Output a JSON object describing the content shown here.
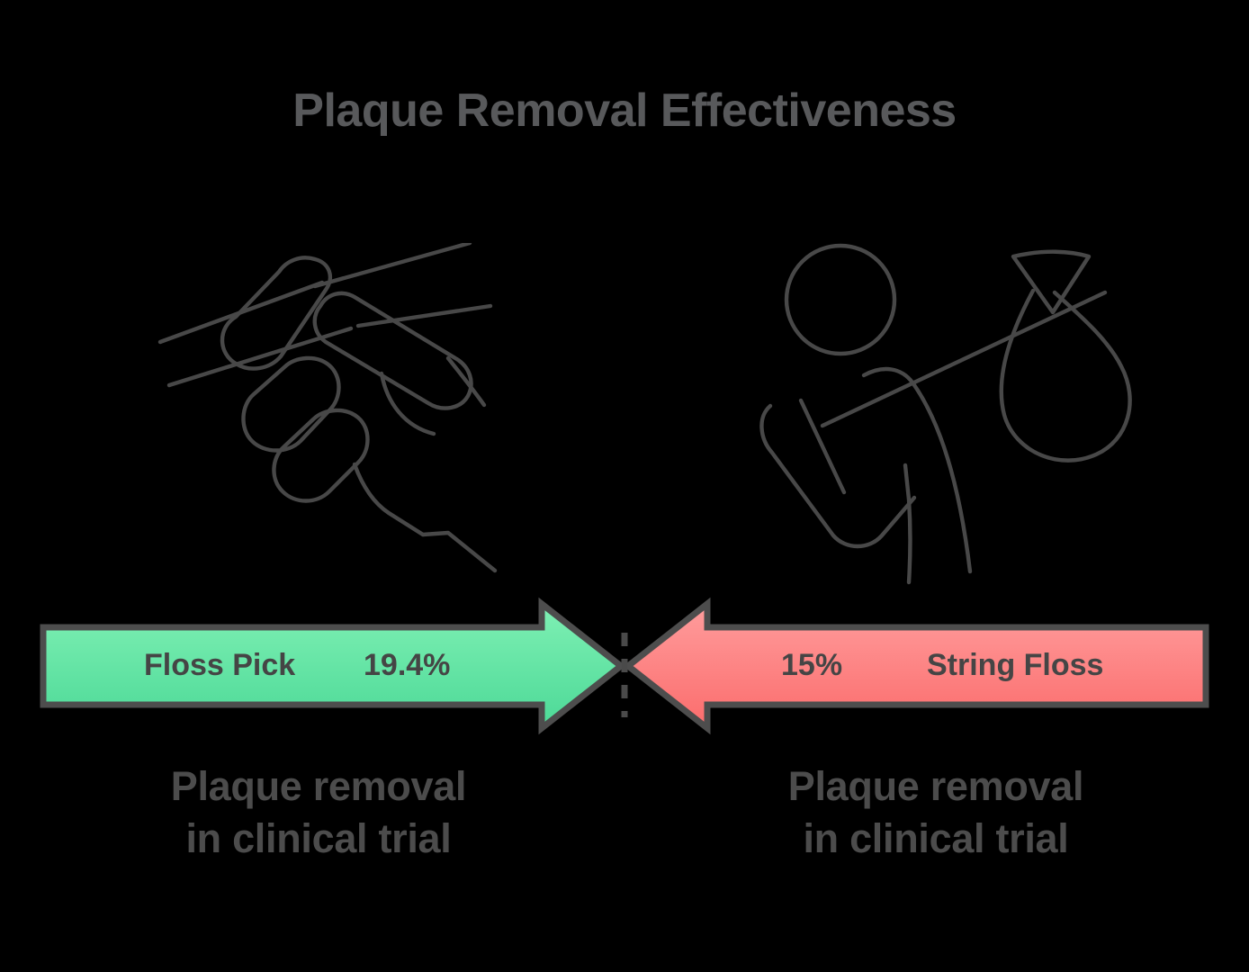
{
  "title": "Plaque Removal Effectiveness",
  "background_color": "#000000",
  "text_color": "#58595b",
  "divider": {
    "name": "dashed-divider",
    "color": "#4a4a4a",
    "style": "dashed"
  },
  "comparison": {
    "left": {
      "name": "Floss Pick",
      "value": "19.4%",
      "value_number": 19.4,
      "arrow_direction": "right",
      "fill_top": "#7df0b2",
      "fill_bottom": "#4dd99a",
      "stroke": "#4d4d4d",
      "illustration": "hand-holding-floss-pick-icon",
      "caption_line1": "Plaque removal",
      "caption_line2": "in clinical trial"
    },
    "right": {
      "name": "String Floss",
      "value": "15%",
      "value_number": 15,
      "arrow_direction": "left",
      "fill_top": "#ff9a9a",
      "fill_bottom": "#fb6f6f",
      "stroke": "#4d4d4d",
      "illustration": "person-using-string-floss-icon",
      "caption_line1": "Plaque removal",
      "caption_line2": "in clinical trial"
    }
  },
  "chart_data": {
    "type": "bar",
    "title": "Plaque Removal Effectiveness",
    "subtitle": "",
    "xlabel": "",
    "ylabel": "Plaque removal in clinical trial",
    "categories": [
      "Floss Pick",
      "String Floss"
    ],
    "values": [
      19.4,
      15
    ],
    "value_labels": [
      "19.4%",
      "15%"
    ],
    "series": [
      {
        "name": "Plaque removal in clinical trial",
        "values": [
          19.4,
          15
        ]
      }
    ],
    "colors": [
      "#5fe3a3",
      "#fb7a7a"
    ],
    "orientation": "horizontal-opposing-arrows",
    "legend": "none",
    "grid": false,
    "ylim": [
      0,
      20
    ],
    "annotations": [
      "Floss Pick 19.4%",
      "15% String Floss",
      "Plaque removal in clinical trial"
    ]
  }
}
